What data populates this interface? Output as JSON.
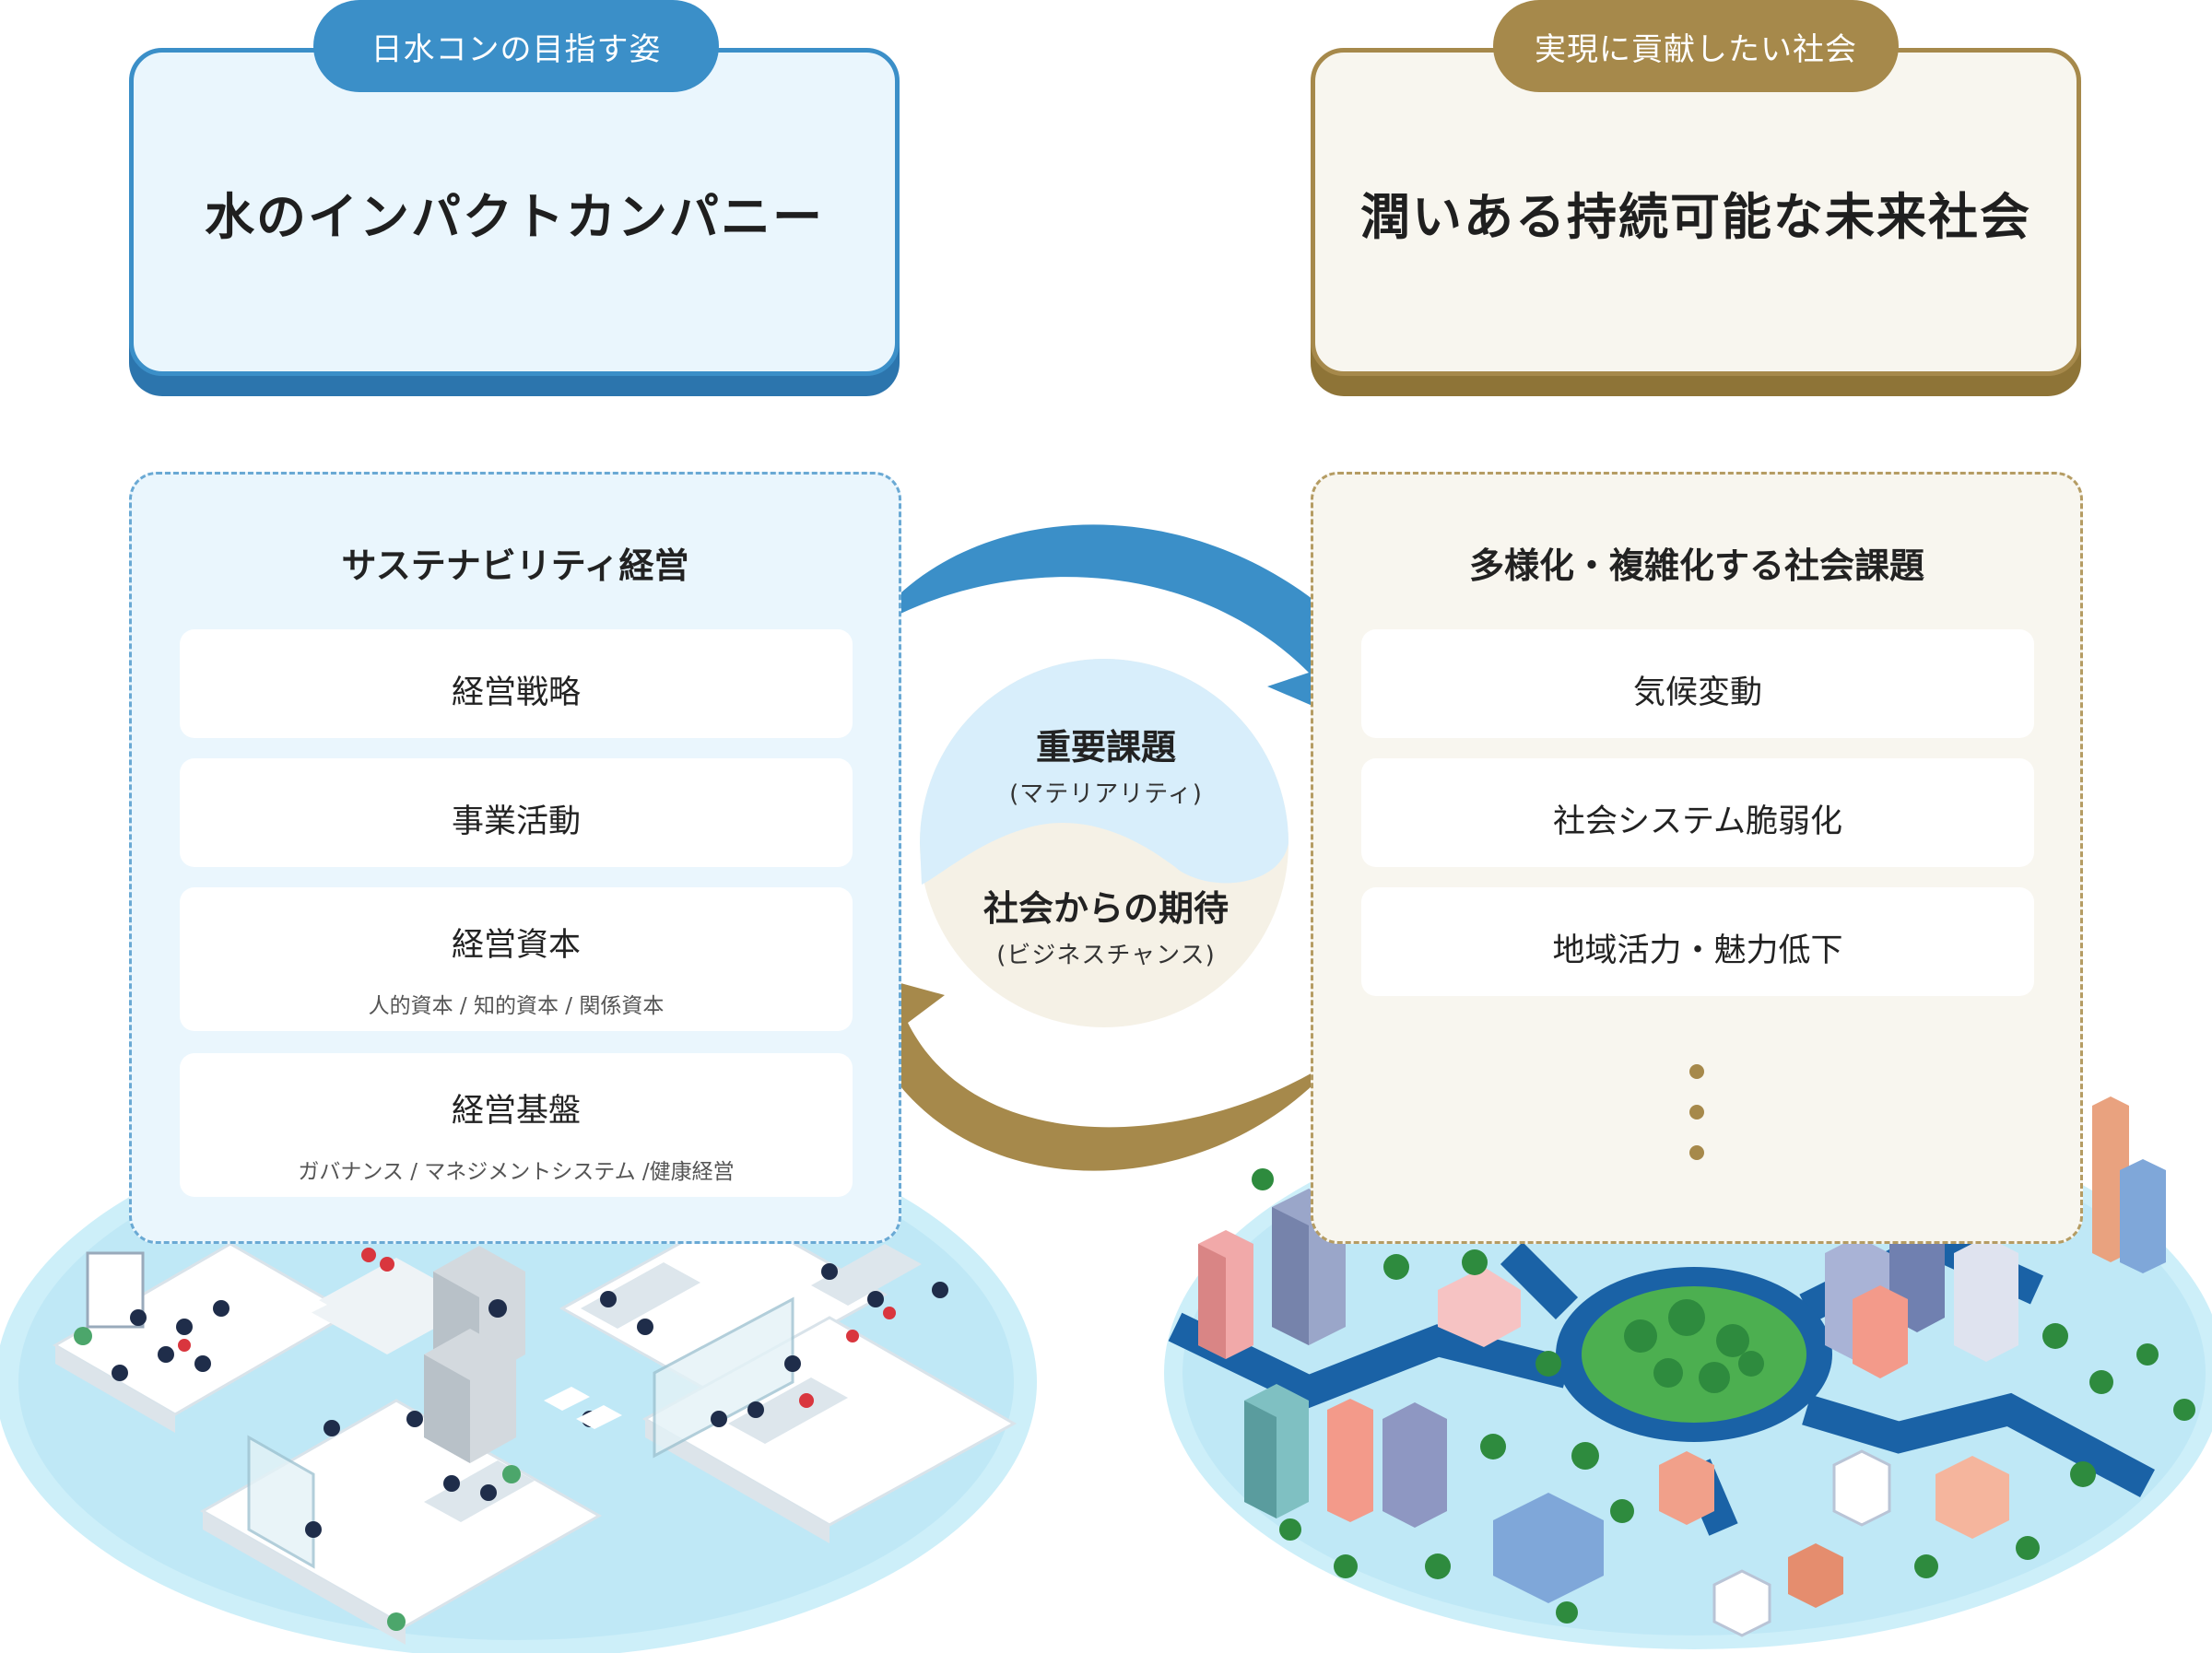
{
  "left_header": {
    "pill": "日水コンの目指す姿",
    "title": "水のインパクトカンパニー"
  },
  "right_header": {
    "pill": "実現に貢献したい社会",
    "title": "潤いある持続可能な未来社会"
  },
  "left_panel": {
    "title": "サステナビリティ経営",
    "cards": [
      {
        "label": "経営戦略",
        "sub": ""
      },
      {
        "label": "事業活動",
        "sub": ""
      },
      {
        "label": "経営資本",
        "sub": "人的資本 / 知的資本 / 関係資本"
      },
      {
        "label": "経営基盤",
        "sub": "ガバナンス / マネジメントシステム /健康経営"
      }
    ]
  },
  "right_panel": {
    "title": "多様化・複雑化する社会課題",
    "cards": [
      {
        "label": "気候変動"
      },
      {
        "label": "社会システム脆弱化"
      },
      {
        "label": "地域活力・魅力低下"
      }
    ]
  },
  "center": {
    "top_main": "重要課題",
    "top_sub": "(マテリアリティ)",
    "bottom_main": "社会からの期待",
    "bottom_sub": "(ビジネスチャンス)"
  },
  "colors": {
    "blue": "#3b8fc8",
    "gold": "#a6894b",
    "light_blue": "#eaf6fd",
    "cream": "#f8f6ef"
  }
}
